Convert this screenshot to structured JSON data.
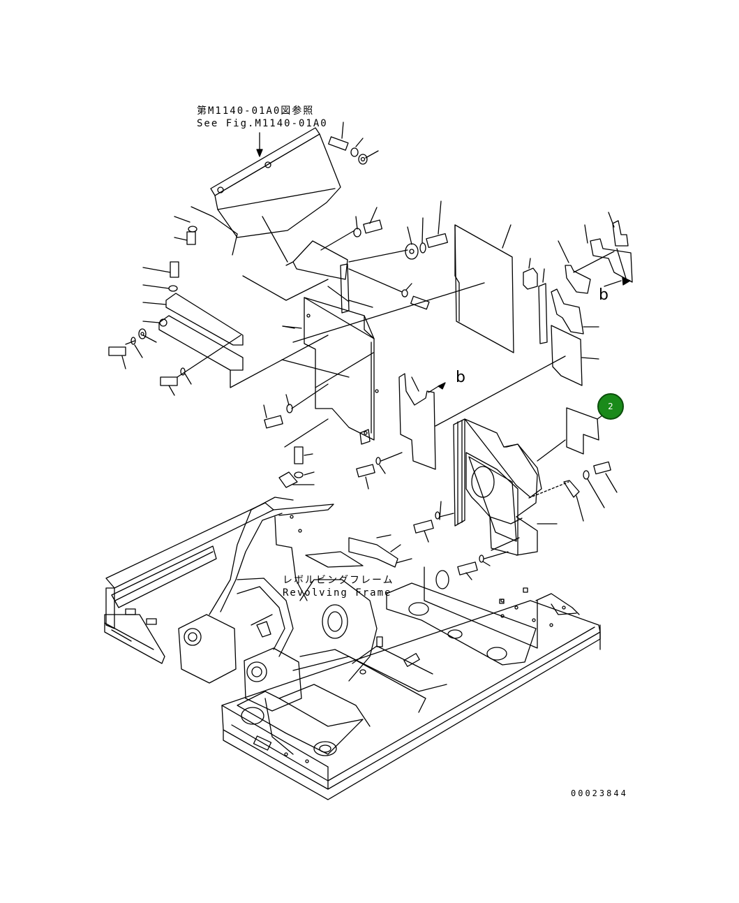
{
  "reference_note": {
    "japanese": "第M1140-01A0図参照",
    "english": "See Fig.M1140-01A0"
  },
  "frame_label": {
    "japanese": "レボルビングフレーム",
    "english": "Revolving Frame"
  },
  "view_markers": [
    "b",
    "b"
  ],
  "callout": {
    "number": "2",
    "color": "#1a8a1a"
  },
  "figure_code": "00023844"
}
